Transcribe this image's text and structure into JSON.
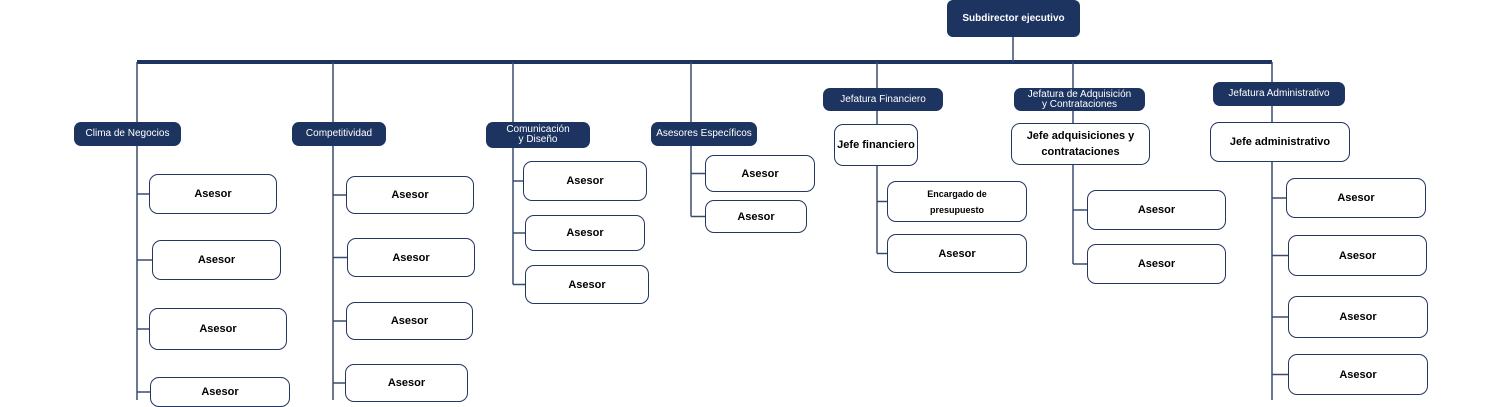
{
  "colors": {
    "navy": "#1d3461",
    "line": "#3a4c6e"
  },
  "root": {
    "label": "Subdirector ejecutivo"
  },
  "departments": [
    {
      "label": "Clima de Negocios",
      "children": [
        "Asesor",
        "Asesor",
        "Asesor",
        "Asesor"
      ]
    },
    {
      "label": "Competitividad",
      "children": [
        "Asesor",
        "Asesor",
        "Asesor",
        "Asesor"
      ]
    },
    {
      "label": "Comunicación\ny Diseño",
      "children": [
        "Asesor",
        "Asesor",
        "Asesor"
      ]
    },
    {
      "label": "Asesores Específicos",
      "children": [
        "Asesor",
        "Asesor"
      ]
    },
    {
      "label": "Jefatura Financiero",
      "head": "Jefe financiero",
      "children": [
        "Encargado de\npresupuesto",
        "Asesor"
      ]
    },
    {
      "label": "Jefatura de Adquisición\ny Contrataciones",
      "head": "Jefe adquisiciones y\ncontrataciones",
      "children": [
        "Asesor",
        "Asesor"
      ]
    },
    {
      "label": "Jefatura Administrativo",
      "head": "Jefe administrativo",
      "children": [
        "Asesor",
        "Asesor",
        "Asesor",
        "Asesor"
      ]
    }
  ]
}
